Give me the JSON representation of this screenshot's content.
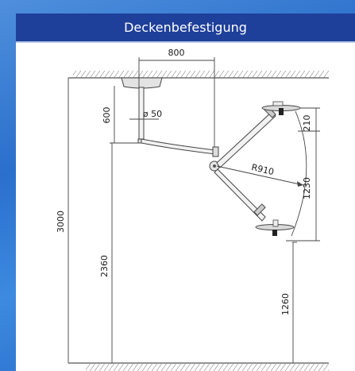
{
  "header": {
    "title": "Deckenbefestigung"
  },
  "dimensions": {
    "arm_offset": "800",
    "mount_height": "600",
    "tube_diameter": "ø 50",
    "lamp_top": "210",
    "radius": "R910",
    "lamp_travel": "1230",
    "total_height": "3000",
    "joint_height": "2360",
    "lamp_floor": "1260"
  }
}
